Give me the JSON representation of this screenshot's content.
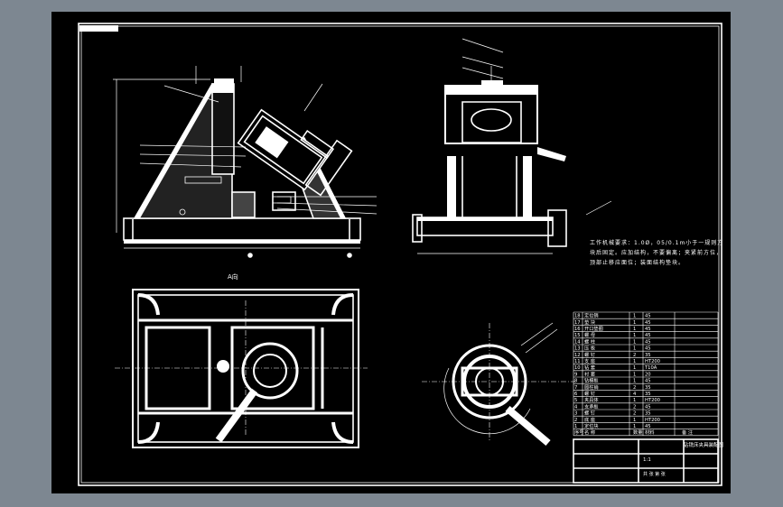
{
  "drawing": {
    "view_label_a": "A向",
    "tech_note": "工作机械要求：1.0Ø，05/0.1m小于一规则方块后固定。应加结构，不要偏离；夹紧前方位，顶部止移应面位；装面结构垫块。",
    "parts_table": {
      "rows": [
        {
          "no": "18",
          "name": "定位销",
          "qty": "1",
          "mat": "45"
        },
        {
          "no": "17",
          "name": "垫 块",
          "qty": "1",
          "mat": "45"
        },
        {
          "no": "16",
          "name": "开口垫圈",
          "qty": "1",
          "mat": "45"
        },
        {
          "no": "15",
          "name": "螺 母",
          "qty": "1",
          "mat": "45"
        },
        {
          "no": "14",
          "name": "螺 柱",
          "qty": "1",
          "mat": "45"
        },
        {
          "no": "13",
          "name": "压 板",
          "qty": "1",
          "mat": "45"
        },
        {
          "no": "12",
          "name": "螺 钉",
          "qty": "2",
          "mat": "35"
        },
        {
          "no": "11",
          "name": "支 座",
          "qty": "1",
          "mat": "HT200"
        },
        {
          "no": "10",
          "name": "钻 套",
          "qty": "1",
          "mat": "T10A"
        },
        {
          "no": "9",
          "name": "衬 套",
          "qty": "1",
          "mat": "20"
        },
        {
          "no": "8",
          "name": "钻模板",
          "qty": "1",
          "mat": "45"
        },
        {
          "no": "7",
          "name": "圆柱销",
          "qty": "2",
          "mat": "35"
        },
        {
          "no": "6",
          "name": "螺 钉",
          "qty": "4",
          "mat": "35"
        },
        {
          "no": "5",
          "name": "夹具体",
          "qty": "1",
          "mat": "HT200"
        },
        {
          "no": "4",
          "name": "支承板",
          "qty": "2",
          "mat": "45"
        },
        {
          "no": "3",
          "name": "螺 钉",
          "qty": "2",
          "mat": "35"
        },
        {
          "no": "2",
          "name": "底 座",
          "qty": "1",
          "mat": "HT200"
        },
        {
          "no": "1",
          "name": "定位块",
          "qty": "1",
          "mat": "45"
        }
      ],
      "header": {
        "no": "序号",
        "name": "名 称",
        "qty": "数量",
        "mat": "材料",
        "remark": "备 注"
      }
    },
    "title_block": {
      "drawing_title": "钻铣床夹具装配图",
      "scale": "1:1",
      "sheet_info": "共 张 第 张"
    }
  }
}
